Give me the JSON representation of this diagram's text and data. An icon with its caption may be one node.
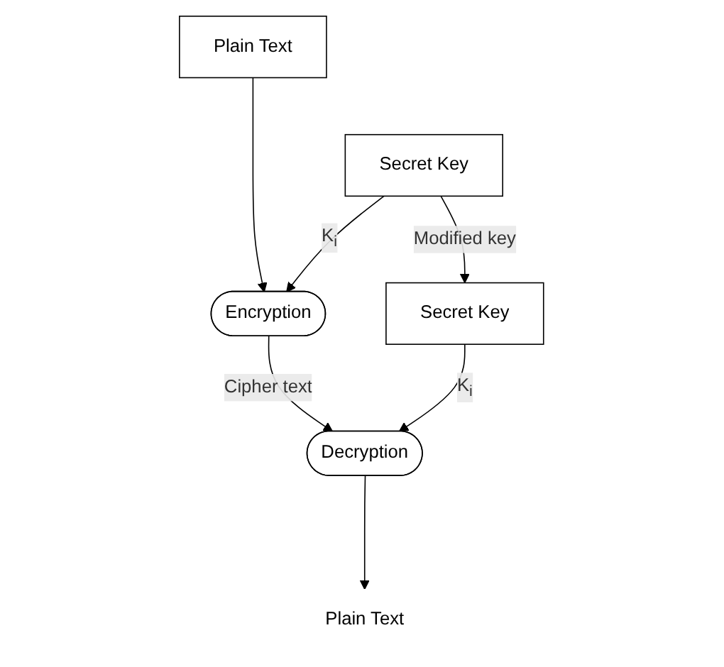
{
  "diagram": {
    "nodes": [
      {
        "text": [
          "Plain Text"
        ]
      },
      {
        "text": [
          "Encryption"
        ]
      },
      {
        "text": [
          "Secret Key"
        ]
      },
      {
        "text": [
          "Secret Key"
        ]
      },
      {
        "text": [
          "Decryption"
        ]
      },
      {
        "text": [
          "Plain Text"
        ]
      }
    ],
    "edges": [
      {
        "from": 0,
        "to": 1,
        "arrow": "to"
      },
      {
        "from": 2,
        "to": 1,
        "arrow": "to",
        "label": "K$_{i}$"
      },
      {
        "from": 1,
        "to": 4,
        "arrow": "to",
        "label": "Cipher text"
      },
      {
        "from": 2,
        "to": 3,
        "arrow": "to",
        "label": "Modified key"
      },
      {
        "from": 3,
        "to": 4,
        "arrow": "to",
        "label": "K$_{i}$"
      },
      {
        "from": 4,
        "to": 5,
        "arrow": "to"
      }
    ]
  }
}
